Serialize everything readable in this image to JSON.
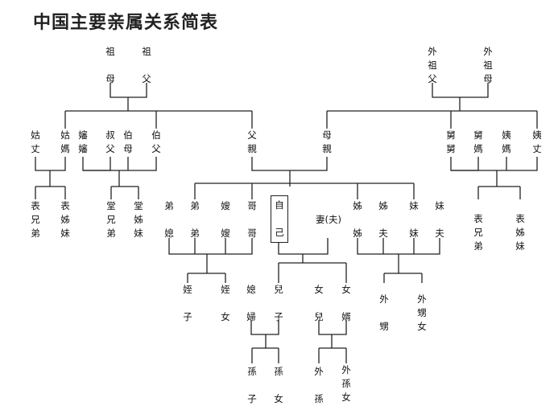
{
  "title": "中国主要亲属关系简表",
  "nodes": {
    "zufu": "祖\n\n父",
    "zumu": "祖\n\n母",
    "waizufu": "外\n祖\n父",
    "waizumu": "外\n祖\n母",
    "guzhang": "姑\n丈",
    "gumu": "姑\n媽",
    "shenshen": "嬸\n嬸",
    "shufu": "叔\n父",
    "bomu": "伯\n母",
    "bofu": "伯\n父",
    "fuqin": "父\n親",
    "muqin": "母\n親",
    "jiujiu": "舅\n舅",
    "jiuma": "舅\n媽",
    "yima": "姨\n媽",
    "yizhang": "姨\n丈",
    "biao_xiongdi_1": "表\n兄\n弟",
    "biao_jiemei_1": "表\n姊\n妹",
    "tang_xiongdi": "堂\n兄\n弟",
    "tang_jiemei": "堂\n姊\n妹",
    "dixi": "弟\n\n媳",
    "didi": "弟\n\n弟",
    "saosao": "嫂\n\n嫂",
    "gege": "哥\n\n哥",
    "ziji": "自\n\n己",
    "qi": "妻(夫)",
    "jiejie": "姊\n\n姊",
    "jiefu": "姊\n\n夫",
    "meimei": "妹\n\n妹",
    "meifu": "妹\n\n夫",
    "biao_xiongdi_2": "表\n兄\n弟",
    "biao_jiemei_2": "表\n姊\n妹",
    "zhizi": "姪\n\n子",
    "zhinv": "姪\n\n女",
    "xifu": "媳\n\n婦",
    "erzi": "兒\n\n子",
    "nver": "女\n\n兒",
    "nvxu": "女\n\n婿",
    "waisheng": "外\n\n甥",
    "waishengnv": "外\n甥\n女",
    "sunzi": "孫\n\n子",
    "sunnv": "孫\n\n女",
    "waisun": "外\n\n孫",
    "waisunnv": "外\n孫\n女"
  }
}
